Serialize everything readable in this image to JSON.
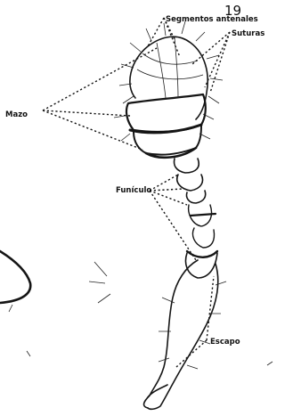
{
  "figure": {
    "page_number": "19",
    "labels": {
      "segmentos": "Segmentos antenales",
      "suturas": "Suturas",
      "mazo": "Mazo",
      "funiculo": "Funículo",
      "escapo": "Escapo"
    }
  }
}
